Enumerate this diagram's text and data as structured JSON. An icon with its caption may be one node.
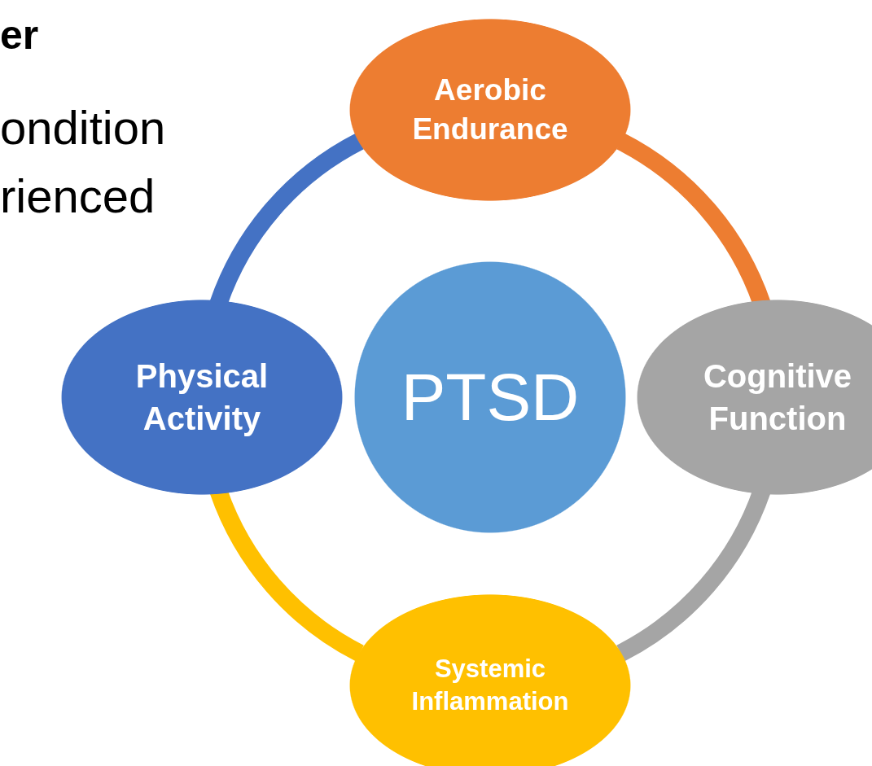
{
  "diagram": {
    "nodes": [
      {
        "text": [
          "Aerobic Endurance"
        ]
      },
      {
        "text": [
          "Physical Activity"
        ]
      },
      {
        "text": [
          "PTSD"
        ]
      },
      {
        "text": [
          "Cognitive Function"
        ]
      },
      {
        "text": [
          "Systemic Inflammation"
        ]
      }
    ],
    "edges": [
      {
        "from": 1,
        "to": 0,
        "arrow": "none",
        "color": "#4472c4"
      },
      {
        "from": 0,
        "to": 3,
        "arrow": "none",
        "color": "#ed7d31"
      },
      {
        "from": 3,
        "to": 4,
        "arrow": "none",
        "color": "#a5a5a5"
      },
      {
        "from": 4,
        "to": 1,
        "arrow": "none",
        "color": "#ffc000"
      }
    ],
    "labels": [
      "er",
      "ondition",
      "rienced"
    ]
  }
}
